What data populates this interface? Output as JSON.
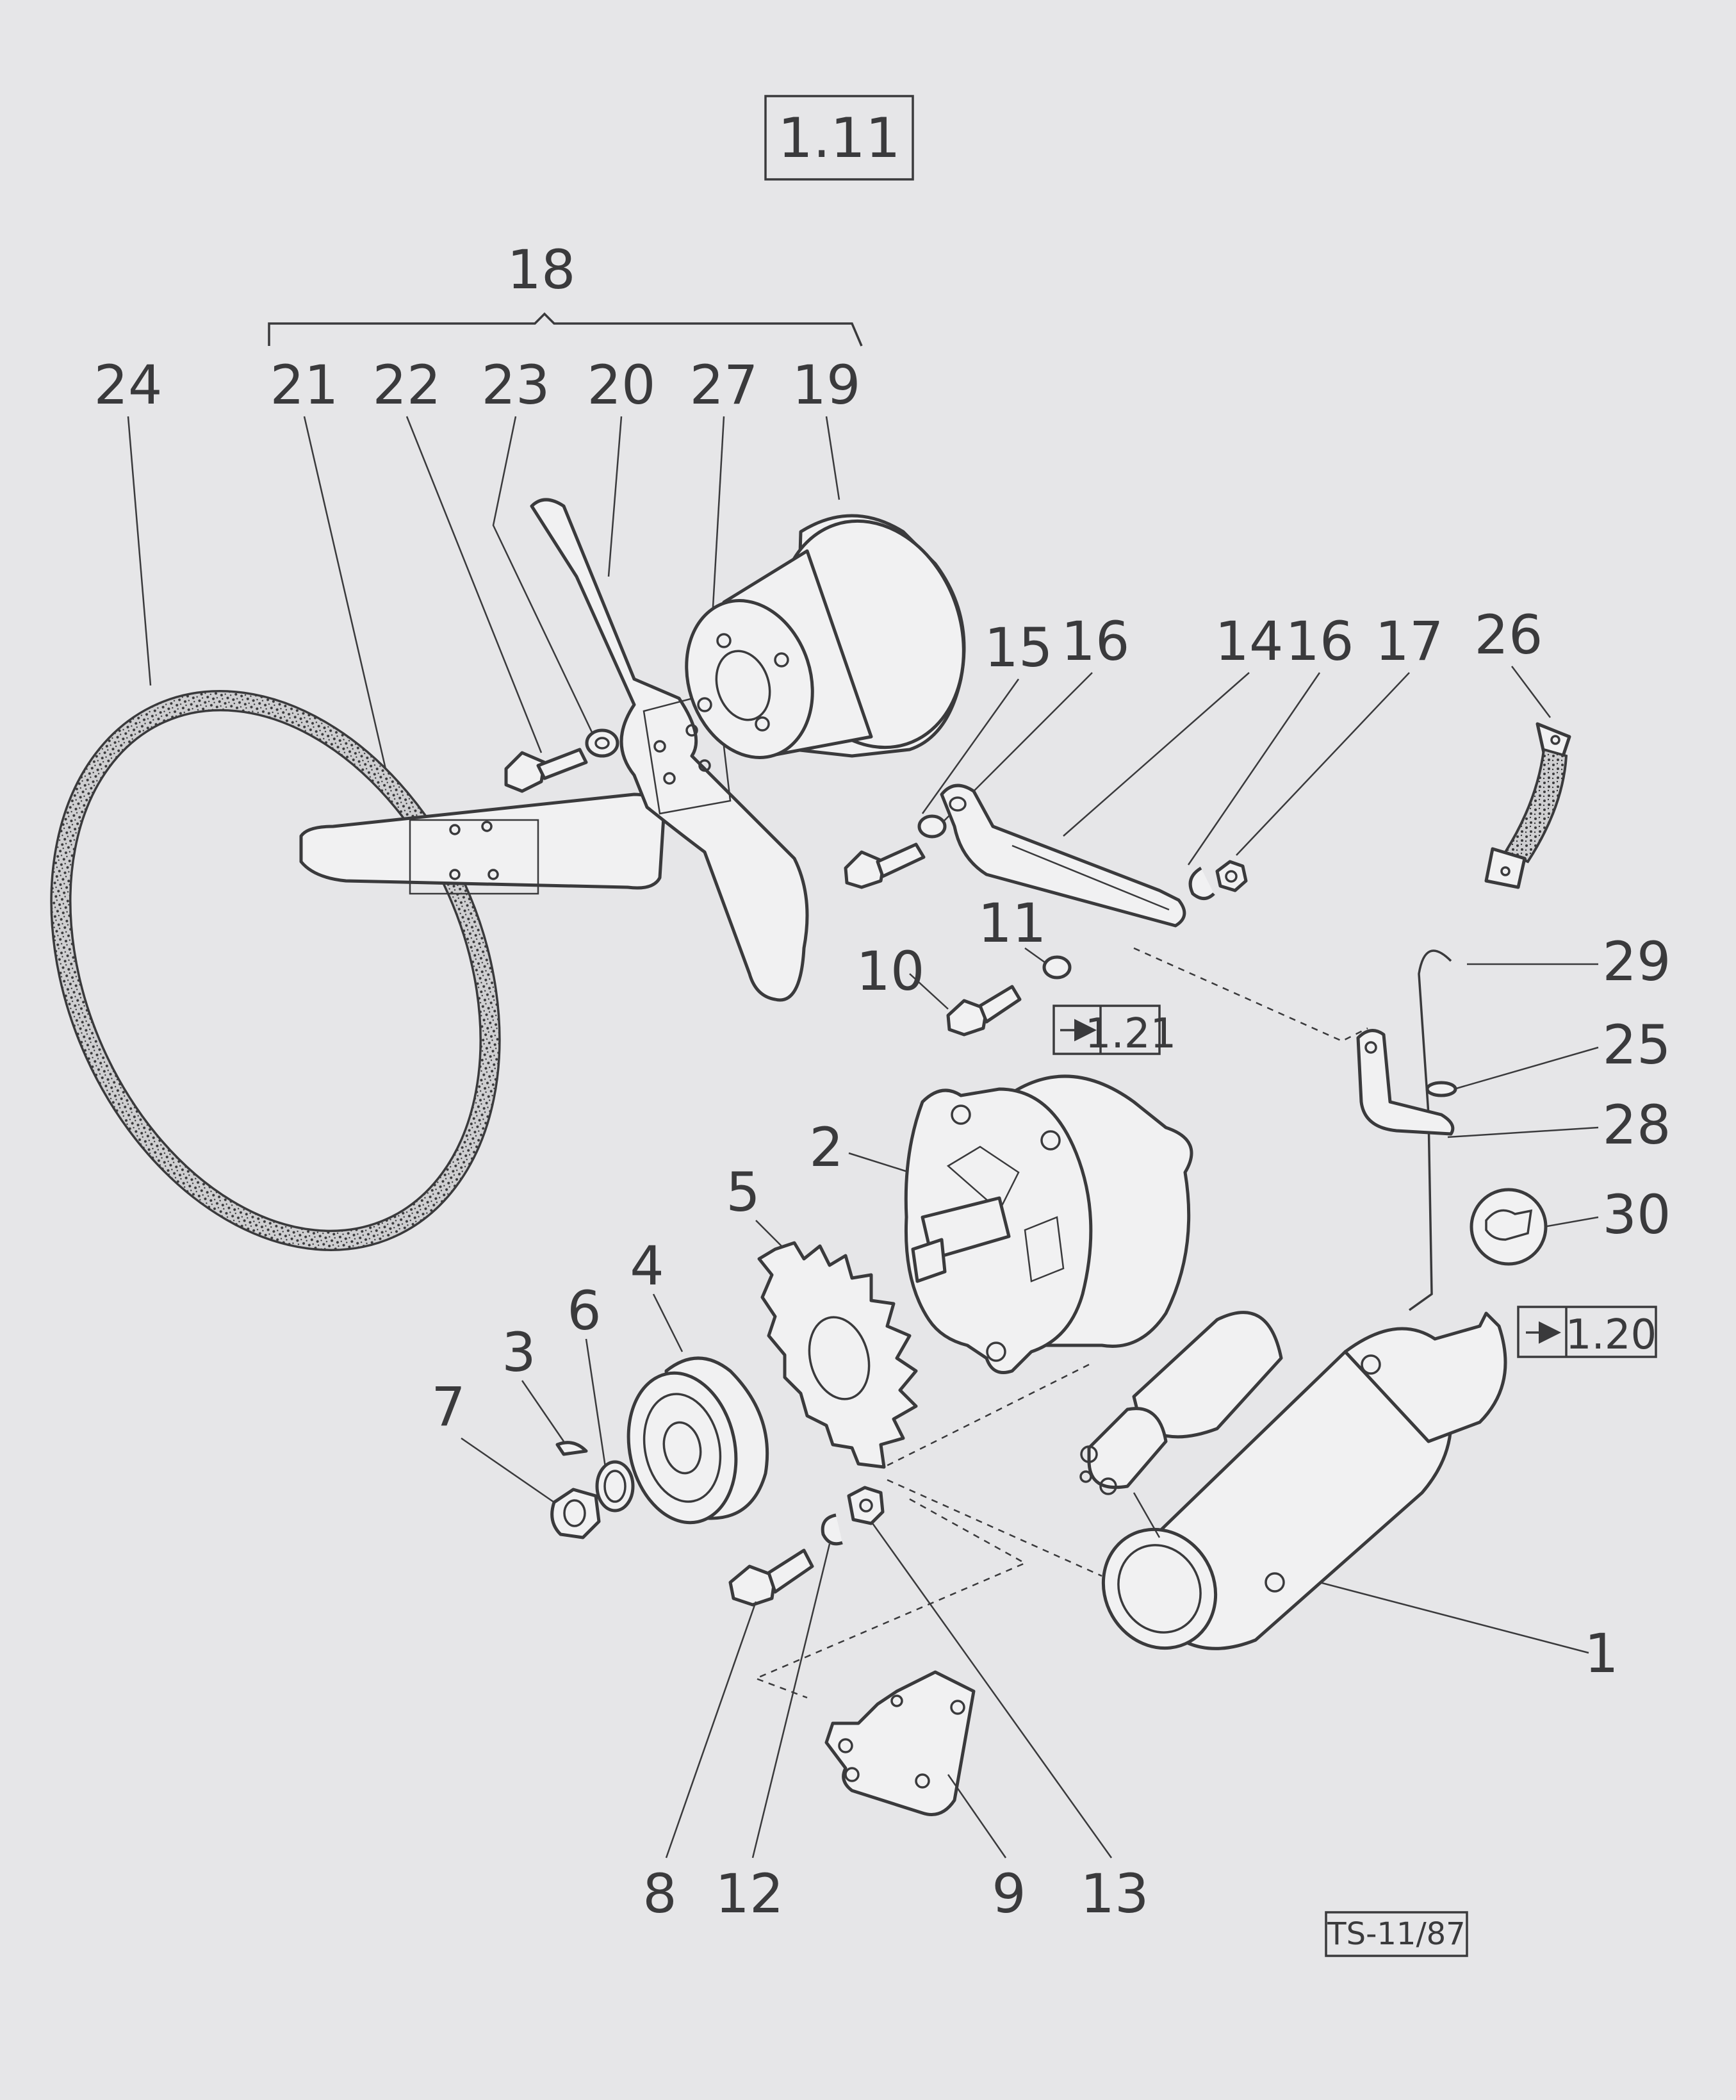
{
  "page": {
    "figure_number": "1.11",
    "drawing_code": "TS-11/87",
    "cross_references": [
      "1.21",
      "1.20"
    ],
    "group_callout": "18"
  },
  "callouts": {
    "c1": "1",
    "c2": "2",
    "c3": "3",
    "c4": "4",
    "c5": "5",
    "c6": "6",
    "c7": "7",
    "c8": "8",
    "c9": "9",
    "c10": "10",
    "c11": "11",
    "c12": "12",
    "c13": "13",
    "c14": "14",
    "c15": "15",
    "c16a": "16",
    "c16b": "16",
    "c17": "17",
    "c19": "19",
    "c20": "20",
    "c21": "21",
    "c22": "22",
    "c23": "23",
    "c24": "24",
    "c25": "25",
    "c26": "26",
    "c27": "27",
    "c28": "28",
    "c29": "29",
    "c30": "30"
  },
  "colors": {
    "ink": "#3a3a3c",
    "paper": "#e6e6e8",
    "part_fill": "#f1f1f2"
  },
  "icons": {
    "cross_ref_arrow": "arrow-right-icon"
  }
}
